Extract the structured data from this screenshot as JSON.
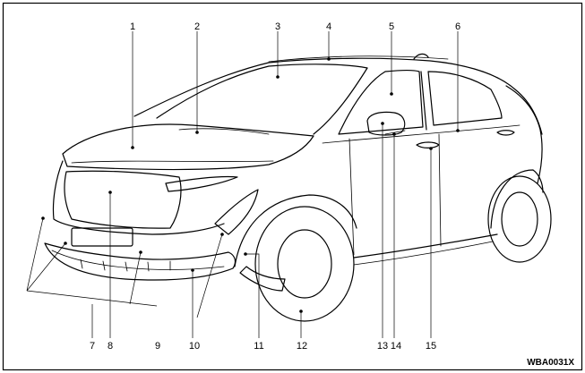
{
  "callouts": {
    "c1": "1",
    "c2": "2",
    "c3": "3",
    "c4": "4",
    "c5": "5",
    "c6": "6",
    "c7": "7",
    "c8": "8",
    "c9": "9",
    "c10": "10",
    "c11": "11",
    "c12": "12",
    "c13": "13",
    "c14": "14",
    "c15": "15"
  },
  "reference_code": "WBA0031X"
}
